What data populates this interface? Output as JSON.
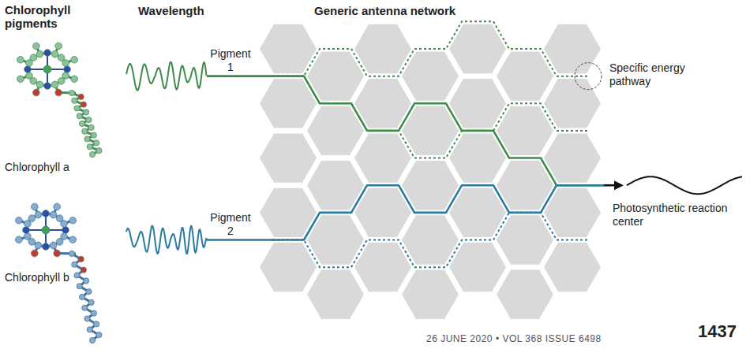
{
  "diagram": {
    "labels": [
      "Chlorophyll pigments",
      "Wavelength",
      "Generic antenna network",
      "Pigment 1",
      "Specific energy pathway",
      "Chlorophyll a",
      "Pigment 2",
      "Photosynthetic reaction center",
      "Chlorophyll b",
      "26 JUNE 2020 • VOL 368 ISSUE 6498",
      "1437"
    ]
  }
}
